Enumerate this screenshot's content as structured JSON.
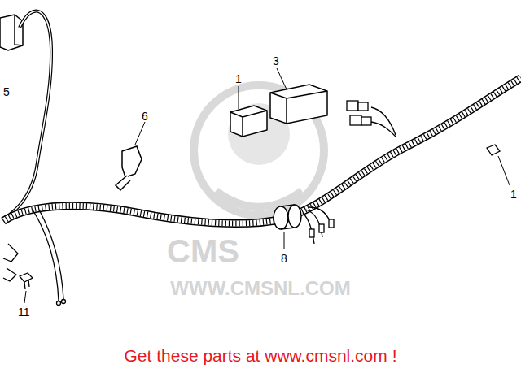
{
  "diagram": {
    "caption": "Get these parts at www.cmsnl.com !",
    "labels": [
      "5",
      "6",
      "1",
      "3",
      "8",
      "11",
      "1",
      "CMS",
      "WWW.CMSNL.COM"
    ]
  }
}
